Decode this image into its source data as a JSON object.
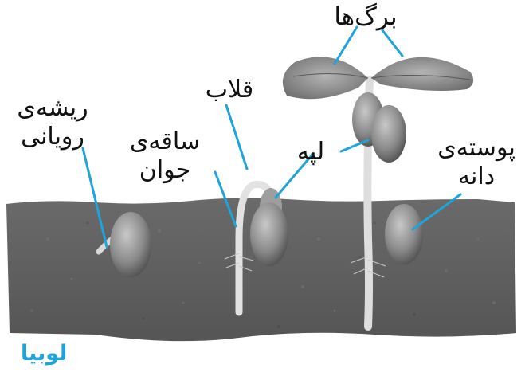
{
  "colors": {
    "leader": "#1fa3db",
    "caption": "#1fa3db",
    "label_text": "#111111",
    "soil": "#5f5f5f",
    "seed": "#8a8a8a",
    "leaf": "#8e8e8e"
  },
  "labels": {
    "leaves": "برگ‌ها",
    "radicle_line1": "ریشه‌ی",
    "radicle_line2": "رویانی",
    "hook": "قلاب",
    "hypocotyl_line1": "ساقه‌ی",
    "hypocotyl_line2": "جوان",
    "cotyledon": "لپه",
    "seed_coat_line1": "پوسته‌ی",
    "seed_coat_line2": "دانه"
  },
  "caption": "لوبیا"
}
